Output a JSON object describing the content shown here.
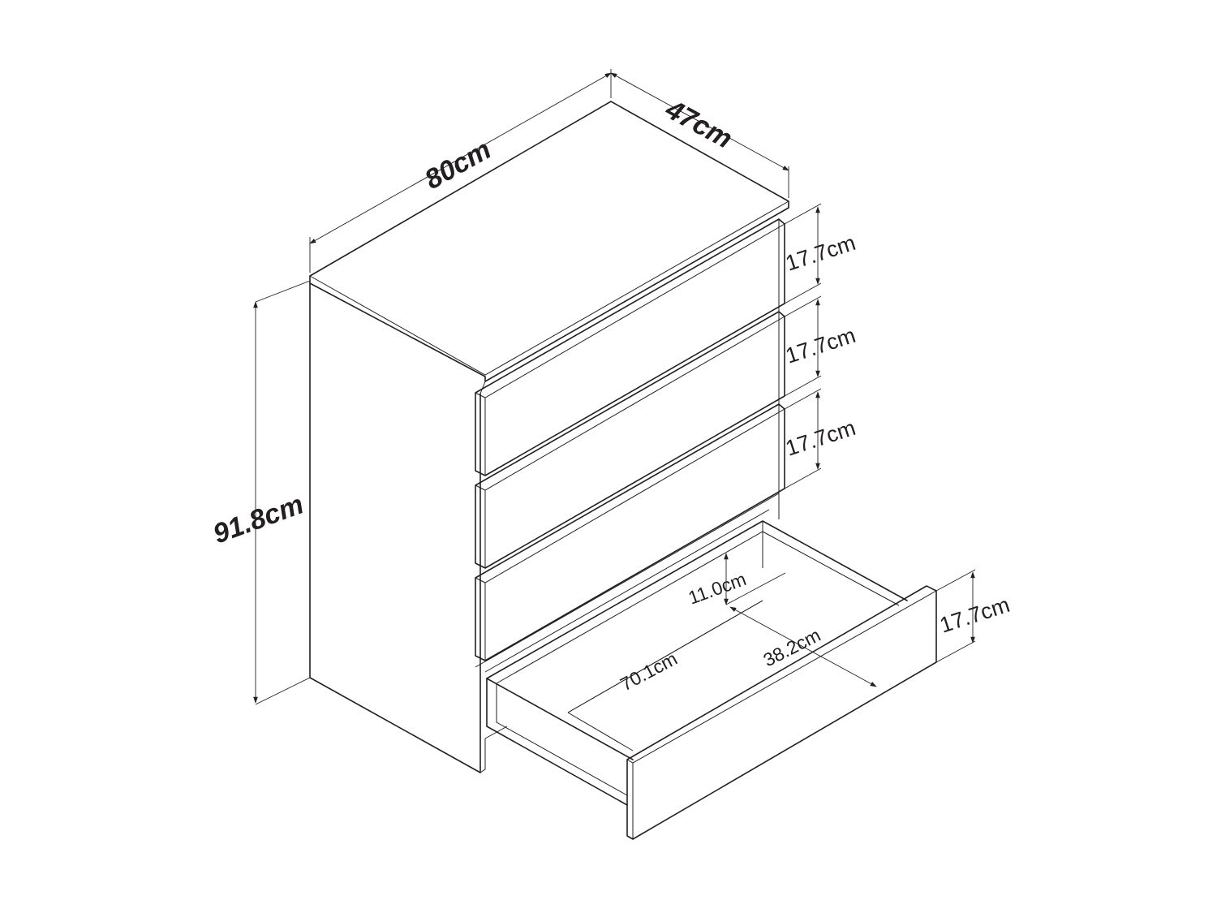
{
  "diagram": {
    "labels": {
      "width": "80cm",
      "depth": "47cm",
      "height": "91.8cm",
      "drawer_1_height": "17.7cm",
      "drawer_2_height": "17.7cm",
      "drawer_3_height": "17.7cm",
      "open_drawer_height": "17.7cm",
      "drawer_inner_height": "11.0cm",
      "drawer_inner_depth": "38.2cm",
      "drawer_inner_width": "70.1cm"
    }
  }
}
